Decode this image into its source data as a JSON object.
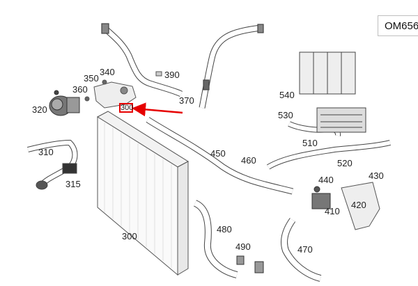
{
  "engine_code": "OM656",
  "highlighted_part": "300",
  "highlight_color": "#e60000",
  "parts": {
    "p300": "300",
    "p310": "310",
    "p315": "315",
    "p320": "320",
    "p340": "340",
    "p350": "350",
    "p360": "360",
    "p370": "370",
    "p390": "390",
    "p410": "410",
    "p420": "420",
    "p430": "430",
    "p440": "440",
    "p450": "450",
    "p460": "460",
    "p470": "470",
    "p480": "480",
    "p490": "490",
    "p510": "510",
    "p520": "520",
    "p530": "530",
    "p540": "540"
  }
}
